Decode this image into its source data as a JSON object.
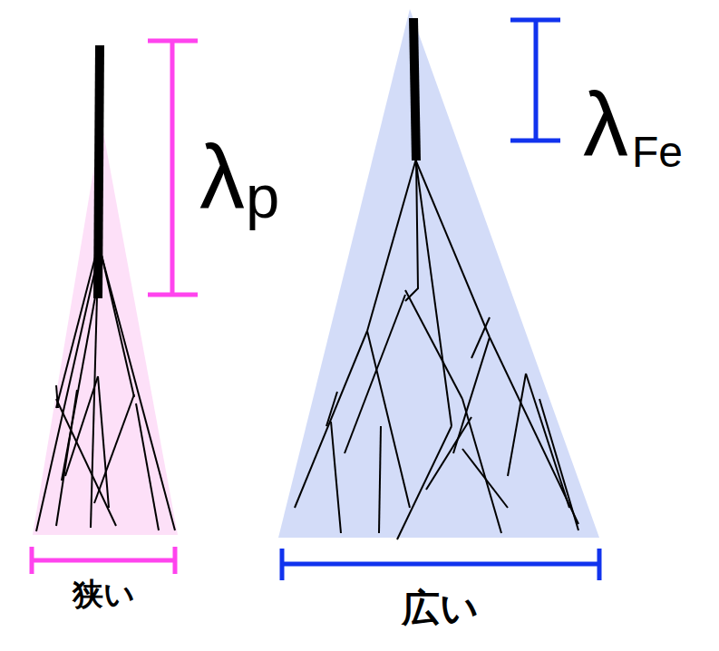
{
  "diagram": {
    "labels": [
      "λ",
      "p",
      "λ",
      "Fe",
      "狭い",
      "広い"
    ]
  }
}
